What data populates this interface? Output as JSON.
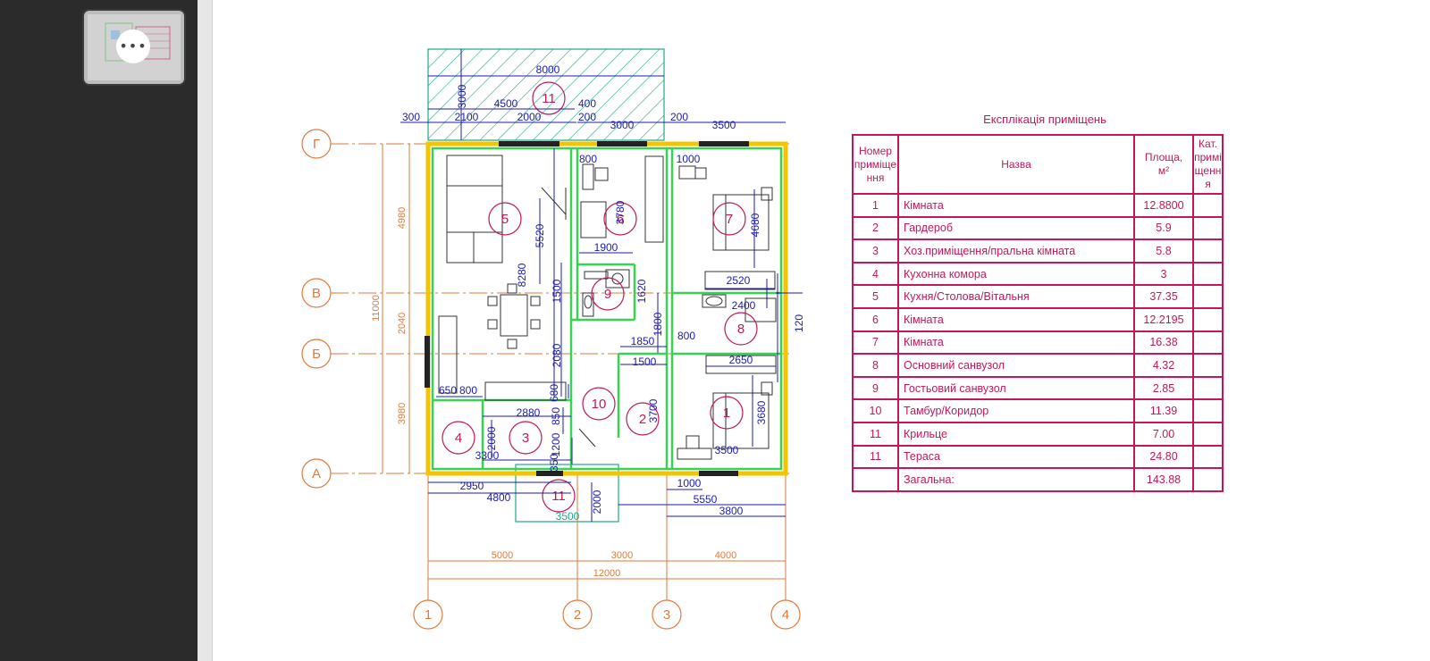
{
  "thumbnail": {
    "menu_icon": "more-dots-icon",
    "menu_glyph": "•••"
  },
  "plan": {
    "axes_letters": [
      "Г",
      "В",
      "Б",
      "А"
    ],
    "axes_numbers": [
      "1",
      "2",
      "3",
      "4"
    ],
    "room_markers": [
      "11",
      "5",
      "6",
      "7",
      "9",
      "8",
      "10",
      "2",
      "1",
      "4",
      "3",
      "11"
    ],
    "dimensions": {
      "top_8000": "8000",
      "top_3000": "3000",
      "top_4500": "4500",
      "top_400": "400",
      "top_300": "300",
      "top_2100": "2100",
      "top_2000": "2000",
      "top_200a": "200",
      "top_3000b": "3000",
      "top_200b": "200",
      "top_3500": "3500",
      "left_4980": "4980",
      "left_2040": "2040",
      "left_3980": "3980",
      "left_11000": "11000",
      "r5_5520": "5520",
      "r5_8280": "8280",
      "r5_1500": "1500",
      "r5_2080": "2080",
      "r6_800": "800",
      "r6_3780": "3780",
      "r9_1900": "1900",
      "r9_1620": "1620",
      "r7_1000": "1000",
      "r7_4680": "4680",
      "r8_2520": "2520",
      "r8_2400": "2400",
      "r8_800": "800",
      "r8_1800": "1800",
      "right_120": "120",
      "r10_1850": "1850",
      "r2_1500": "1500",
      "r2_3700": "3700",
      "r1_2650": "2650",
      "r1_3680": "3680",
      "r1_3500": "3500",
      "r4_650": "650",
      "r4_800": "800",
      "r3_680": "680",
      "r3_2880": "2880",
      "r3_850": "850",
      "r4_2000": "2000",
      "r3_1200": "1200",
      "r3_3300": "3300",
      "r3_350": "350",
      "bot_2950": "2950",
      "bot_4800": "4800",
      "bot_1000": "1000",
      "bot_5550": "5550",
      "bot_3800": "3800",
      "bot_2000": "2000",
      "bot_3500": "3500",
      "axis_5000": "5000",
      "axis_3000": "3000",
      "axis_4000": "4000",
      "axis_12000": "12000"
    }
  },
  "explication": {
    "title": "Експлікація приміщень",
    "headers": {
      "number": [
        "Номер",
        "приміще",
        "ння"
      ],
      "name": "Назва",
      "area": [
        "Площа,",
        "м²"
      ],
      "category": [
        "Кат.",
        "примі",
        "щенн",
        "я"
      ]
    },
    "rows": [
      {
        "num": "1",
        "name": "Кімната",
        "area": "12.8800"
      },
      {
        "num": "2",
        "name": "Гардероб",
        "area": "5.9"
      },
      {
        "num": "3",
        "name": "Хоз.приміщення/пральна кімната",
        "area": "5.8"
      },
      {
        "num": "4",
        "name": "Кухонна комора",
        "area": "3"
      },
      {
        "num": "5",
        "name": "Кухня/Столова/Вітальня",
        "area": "37.35"
      },
      {
        "num": "6",
        "name": "Кімната",
        "area": "12.2195"
      },
      {
        "num": "7",
        "name": "Кімната",
        "area": "16.38"
      },
      {
        "num": "8",
        "name": "Основний санвузол",
        "area": "4.32"
      },
      {
        "num": "9",
        "name": "Гостьовий санвузол",
        "area": "2.85"
      },
      {
        "num": "10",
        "name": "Тамбур/Коридор",
        "area": "11.39"
      },
      {
        "num": "11",
        "name": "Крильце",
        "area": "7.00"
      },
      {
        "num": "11",
        "name": "Тераса",
        "area": "24.80"
      },
      {
        "num": "",
        "name": "Загальна:",
        "area": "143.88"
      }
    ]
  },
  "colors": {
    "wall": "#f5c400",
    "insulation": "#39d353",
    "room_marker": "#c2185b",
    "dimension": "#1b1bb0",
    "axis": "#e07a3c",
    "terrace": "#1fa88a"
  }
}
